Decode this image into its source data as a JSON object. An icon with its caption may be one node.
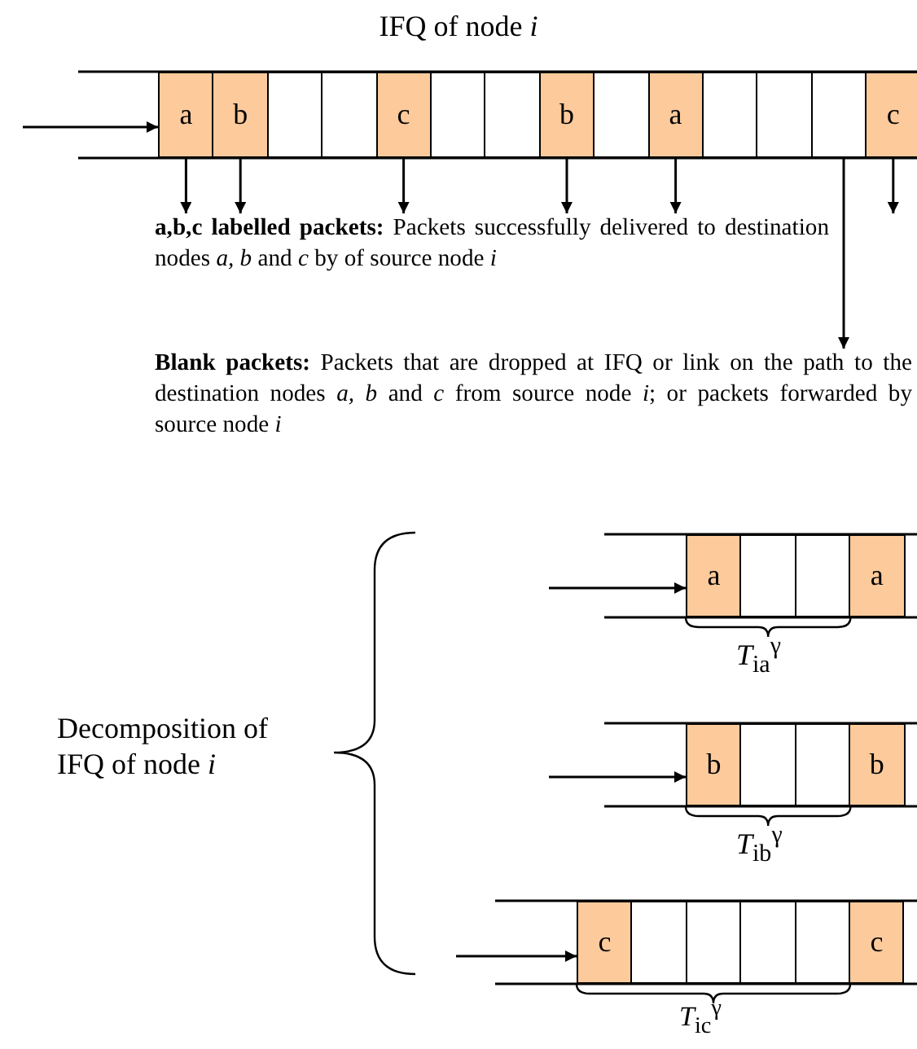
{
  "diagram": {
    "title": "IFQ of node *i*",
    "nodes": [
      {
        "text": [
          "a"
        ]
      },
      {
        "text": [
          "b"
        ]
      },
      {
        "text": [],
        "shape": "box"
      },
      {
        "text": [],
        "shape": "box"
      },
      {
        "text": [
          "c"
        ]
      },
      {
        "text": [],
        "shape": "box"
      },
      {
        "text": [],
        "shape": "box"
      },
      {
        "text": [
          "b"
        ]
      },
      {
        "text": [],
        "shape": "box"
      },
      {
        "text": [
          "a"
        ]
      },
      {
        "text": [],
        "shape": "box"
      },
      {
        "text": [],
        "shape": "box"
      },
      {
        "text": [],
        "shape": "box"
      },
      {
        "text": [
          "c"
        ]
      },
      {
        "text": [
          "**a,b,c labelled packets:** Packets successfully delivered to destination nodes *a, b* and *c* by of source node *i*"
        ]
      },
      {
        "text": [
          "**Blank packets:** Packets that are dropped at IFQ or link on the path to the destination nodes *a, b* and *c* from source node *i*; or packets forwarded by source node *i*"
        ]
      },
      {
        "text": [
          "a"
        ]
      },
      {
        "text": [],
        "shape": "box"
      },
      {
        "text": [],
        "shape": "box"
      },
      {
        "text": [
          "a"
        ]
      },
      {
        "text": [
          "b"
        ]
      },
      {
        "text": [],
        "shape": "box"
      },
      {
        "text": [],
        "shape": "box"
      },
      {
        "text": [
          "b"
        ]
      },
      {
        "text": [
          "c"
        ]
      },
      {
        "text": [],
        "shape": "box"
      },
      {
        "text": [],
        "shape": "box"
      },
      {
        "text": [],
        "shape": "box"
      },
      {
        "text": [],
        "shape": "box"
      },
      {
        "text": [
          "c"
        ]
      }
    ],
    "edges": [
      {
        "from": null,
        "to": 0,
        "arrow": "to"
      },
      {
        "from": 0,
        "to": 14,
        "arrow": "to"
      },
      {
        "from": 1,
        "to": 14,
        "arrow": "to"
      },
      {
        "from": 4,
        "to": 14,
        "arrow": "to"
      },
      {
        "from": 7,
        "to": 14,
        "arrow": "to"
      },
      {
        "from": 9,
        "to": 14,
        "arrow": "to"
      },
      {
        "from": 13,
        "to": 14,
        "arrow": "to"
      },
      {
        "from": 12,
        "to": 15,
        "arrow": "to"
      },
      {
        "from": null,
        "to": 16,
        "arrow": "to"
      },
      {
        "from": null,
        "to": 20,
        "arrow": "to"
      },
      {
        "from": null,
        "to": 24,
        "arrow": "to"
      }
    ],
    "labels": [
      "Decomposition of IFQ of node *i*",
      "*T*$_{ia}$$^{γ}$",
      "*T*$_{ib}$$^{γ}$",
      "*T*$_{ic}$$^{γ}$"
    ]
  }
}
